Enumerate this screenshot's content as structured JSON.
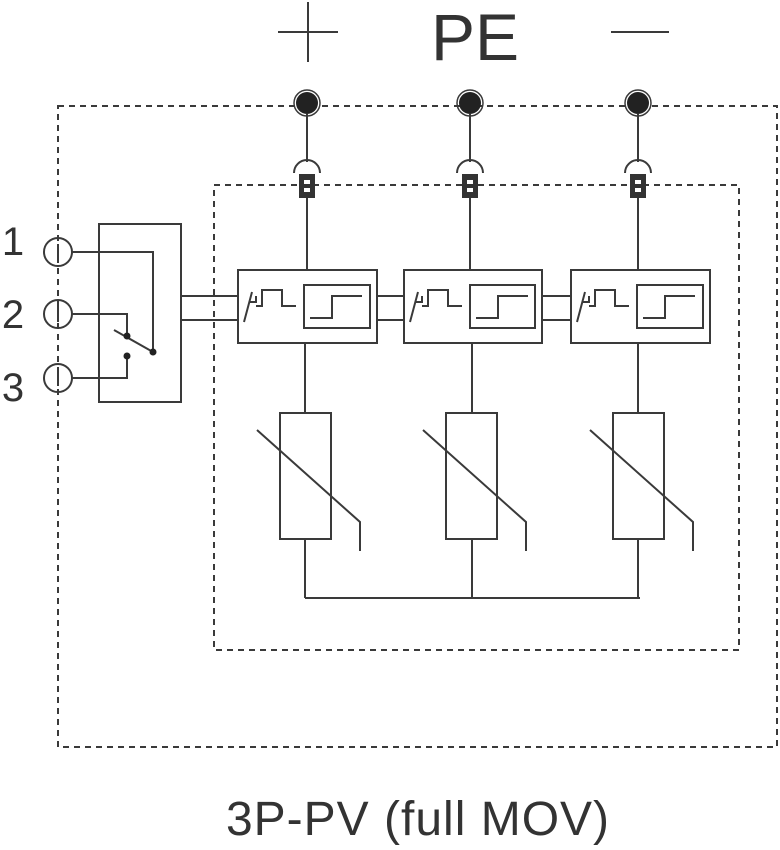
{
  "labels": {
    "plus": "+",
    "pe": "PE",
    "minus": "—",
    "terminal_1": "1",
    "terminal_2": "2",
    "terminal_3": "3",
    "caption": "3P-PV (full MOV)"
  },
  "modules": [
    {
      "id": "module-1"
    },
    {
      "id": "module-2"
    },
    {
      "id": "module-3"
    }
  ],
  "colors": {
    "line": "#3a3a3a",
    "text": "#333333",
    "terminal_dot": "#222222",
    "background": "#ffffff"
  }
}
